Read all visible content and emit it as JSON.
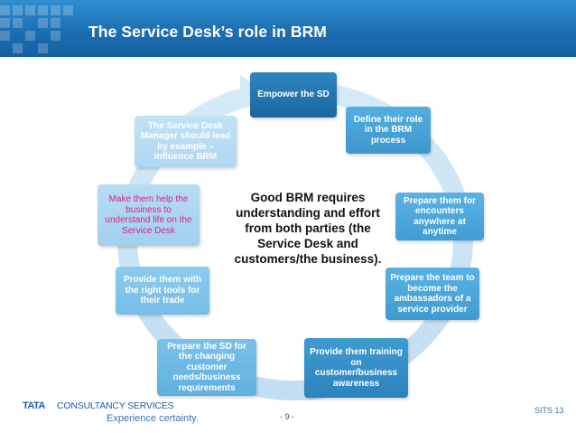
{
  "header": {
    "title": "The Service Desk’s role in BRM"
  },
  "colors": {
    "header_blue": "#1c6eb2",
    "box_dark": "#1f6fa6",
    "box_mid": "#3a98cf",
    "box_light": "#a9d4ef",
    "highlight_text": "#e0208a",
    "ring": "#cfe6f6"
  },
  "steps": [
    {
      "id": "empower",
      "label": "Empower the SD"
    },
    {
      "id": "define",
      "label": "Define their role in the BRM process"
    },
    {
      "id": "prepare-encounters",
      "label": "Prepare them for encounters anywhere at anytime"
    },
    {
      "id": "prepare-team",
      "label": "Prepare the team to become the ambassadors of a service provider"
    },
    {
      "id": "training",
      "label": "Provide them training on customer/business awareness"
    },
    {
      "id": "prepare-sd",
      "label": "Prepare the SD for the changing customer needs/business requirements"
    },
    {
      "id": "tools",
      "label": "Provide them with the right tools for their trade"
    },
    {
      "id": "make-help",
      "label": "Make them help the business  to understand life on the Service Desk"
    },
    {
      "id": "manager",
      "label": "The Service Desk Manager should lead by example – influence BRM"
    }
  ],
  "center_text": "Good BRM requires understanding and effort from both parties (the Service Desk and customers/the business).",
  "footer": {
    "logo_mark": "TATA",
    "company": "CONSULTANCY SERVICES",
    "tagline": "Experience certainty.",
    "page_number": "- 9 -",
    "code": "SITS 13"
  }
}
